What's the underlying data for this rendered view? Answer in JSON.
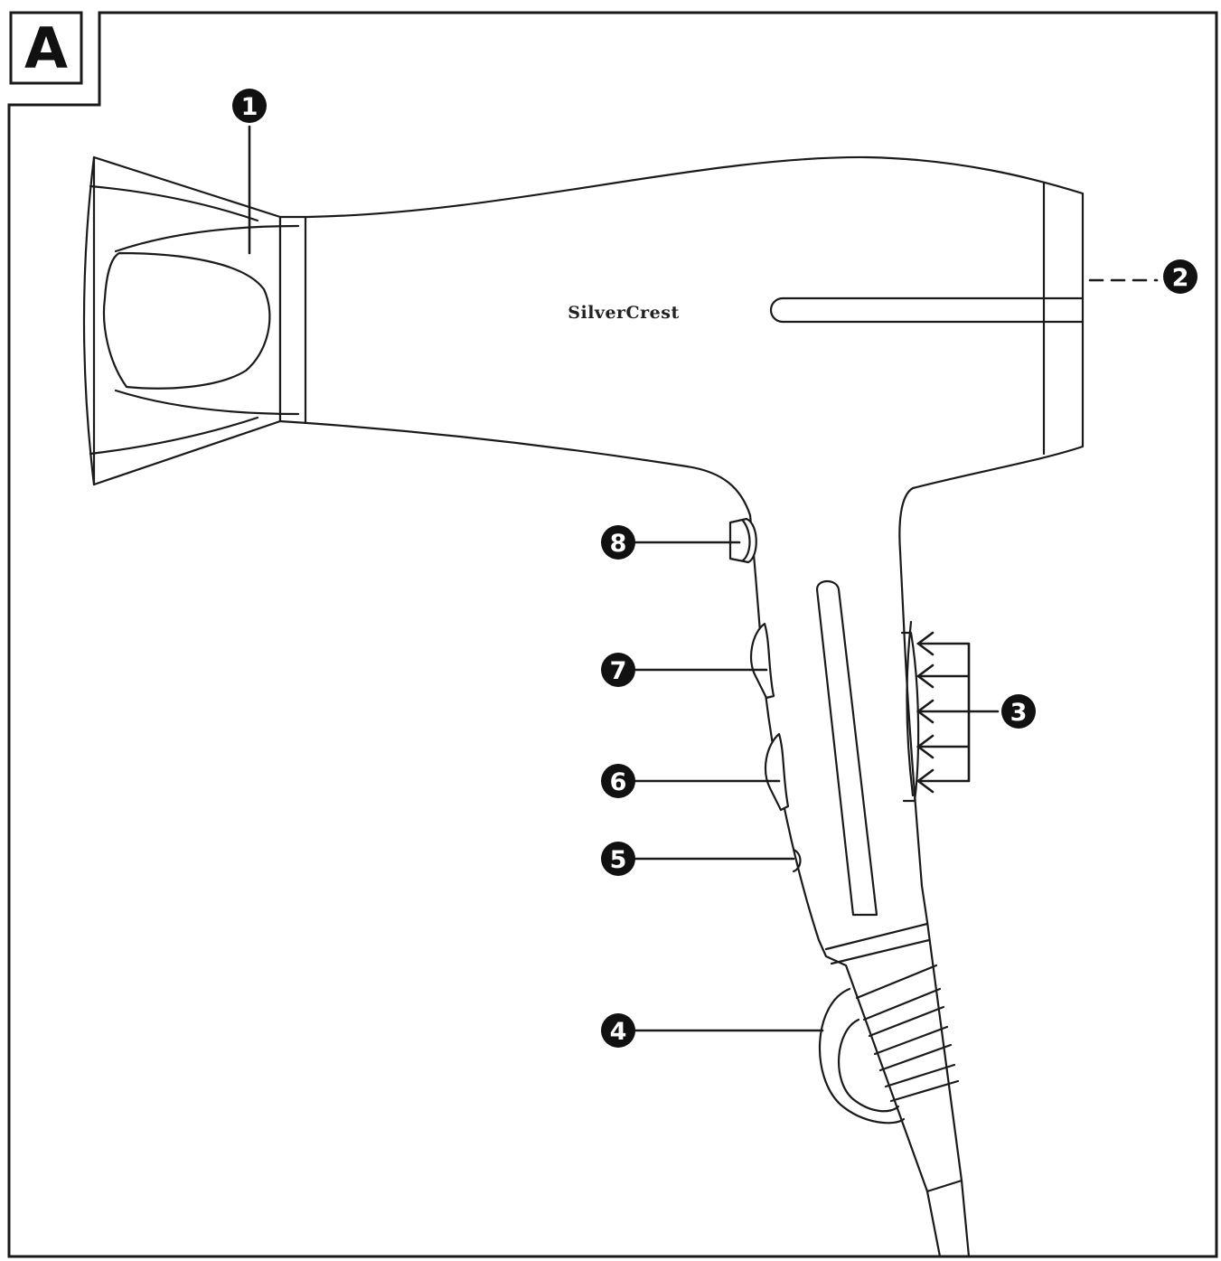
{
  "panel_label": "A",
  "brand_logo": "SilverCrest",
  "colors": {
    "line": "#1a1a1a",
    "background": "#ffffff",
    "callout_fill": "#111111",
    "callout_text": "#ffffff"
  },
  "callouts": [
    {
      "id": "1",
      "label": "1"
    },
    {
      "id": "2",
      "label": "2"
    },
    {
      "id": "3",
      "label": "3"
    },
    {
      "id": "4",
      "label": "4"
    },
    {
      "id": "5",
      "label": "5"
    },
    {
      "id": "6",
      "label": "6"
    },
    {
      "id": "7",
      "label": "7"
    },
    {
      "id": "8",
      "label": "8"
    }
  ]
}
